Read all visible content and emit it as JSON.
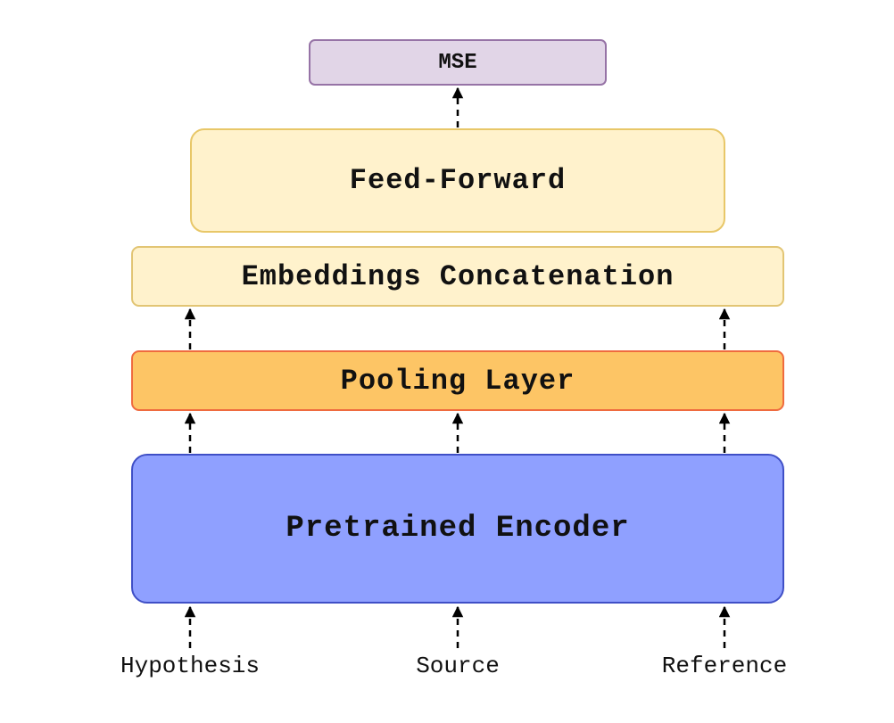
{
  "boxes": {
    "mse": "MSE",
    "feed_forward": "Feed-Forward",
    "embeddings_concatenation": "Embeddings Concatenation",
    "pooling_layer": "Pooling Layer",
    "pretrained_encoder": "Pretrained Encoder"
  },
  "inputs": {
    "hypothesis": "Hypothesis",
    "source": "Source",
    "reference": "Reference"
  },
  "colors": {
    "mse_fill": "#e1d5e7",
    "mse_border": "#9673a6",
    "feed_forward_fill": "#fff2cc",
    "embeddings_fill": "#fff2cc",
    "pooling_fill": "#fdc565",
    "pooling_border": "#ef6b3f",
    "encoder_fill": "#8fa0ff",
    "encoder_border": "#3f4fc6",
    "arrow": "#000000"
  },
  "arrow_style": "dashed"
}
